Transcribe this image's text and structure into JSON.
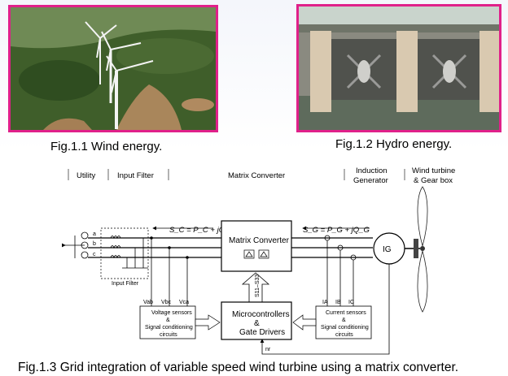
{
  "figures": [
    {
      "caption": "Fig.1.1 Wind energy."
    },
    {
      "caption": "Fig.1.2 Hydro energy."
    },
    {
      "caption": "Fig.1.3 Grid integration of variable speed wind turbine using a matrix converter."
    }
  ],
  "diagram": {
    "sections": [
      "Utility",
      "Input Filter",
      "Matrix Converter",
      "Induction",
      "Generator",
      "Wind turbine",
      "& Gear box"
    ],
    "phases": [
      "a",
      "b",
      "c"
    ],
    "input_filter_label": "Input Filter",
    "matrix_converter_label": "Matrix Converter",
    "generator_label": "IG",
    "microcontroller_lines": [
      "Microcontrollers",
      "&",
      "Gate Drivers"
    ],
    "voltage_sensor_lines": [
      "Voltage sensors",
      "&",
      "Signal conditioning",
      "circuits"
    ],
    "current_sensor_lines": [
      "Current sensors",
      "&",
      "Signal conditioning",
      "circuits"
    ],
    "switch_signals": "S11–S33",
    "speed_signal": "nr",
    "grid_power_eq": "S_C = P_C + jQ_C",
    "gen_power_eq": "S_G = P_G + jQ_G",
    "voltage_labels": [
      "Vab",
      "Vbc",
      "Vca"
    ],
    "current_labels": [
      "IA",
      "IB",
      "IC"
    ]
  },
  "colors": {
    "photo_border": "#e0208a"
  }
}
